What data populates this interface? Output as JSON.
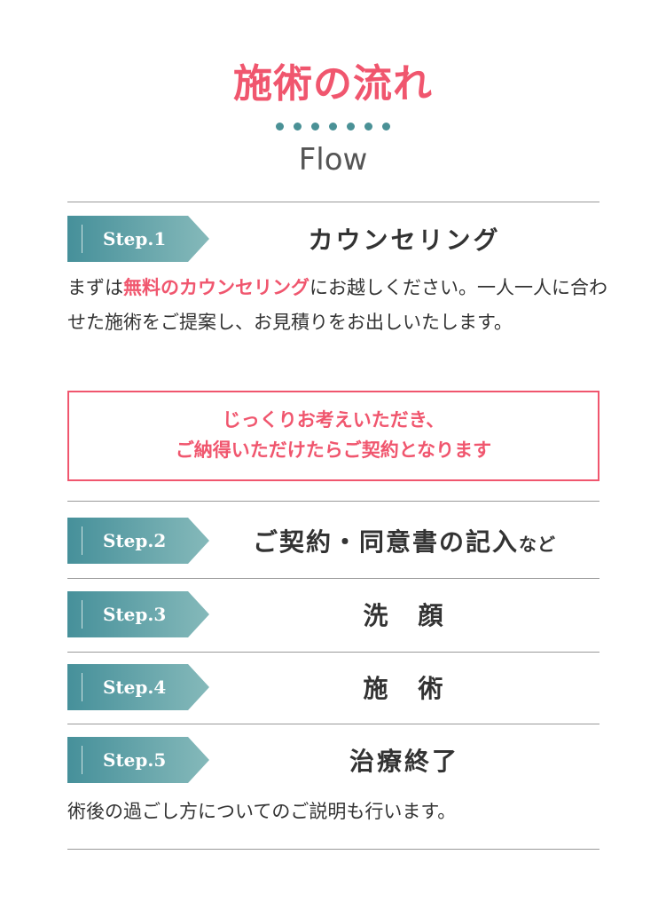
{
  "header": {
    "title": "施術の流れ",
    "subtitle": "Flow"
  },
  "steps": [
    {
      "label": "Step.1",
      "title": "カウンセリング",
      "desc_pre": "まずは",
      "desc_highlight": "無料のカウンセリング",
      "desc_post": "にお越しください。一人一人に合わせた施術をご提案し、お見積りをお出しいたします。",
      "note_line1": "じっくりお考えいただき、",
      "note_line2": "ご納得いただけたらご契約となります"
    },
    {
      "label": "Step.2",
      "title": "ご契約・同意書の記入",
      "title_suffix": "など"
    },
    {
      "label": "Step.3",
      "title": "洗　顔"
    },
    {
      "label": "Step.4",
      "title": "施　術"
    },
    {
      "label": "Step.5",
      "title": "治療終了",
      "desc": "術後の過ごし方についてのご説明も行います。"
    }
  ],
  "colors": {
    "accent": "#f0566e",
    "teal": "#4a9196"
  }
}
